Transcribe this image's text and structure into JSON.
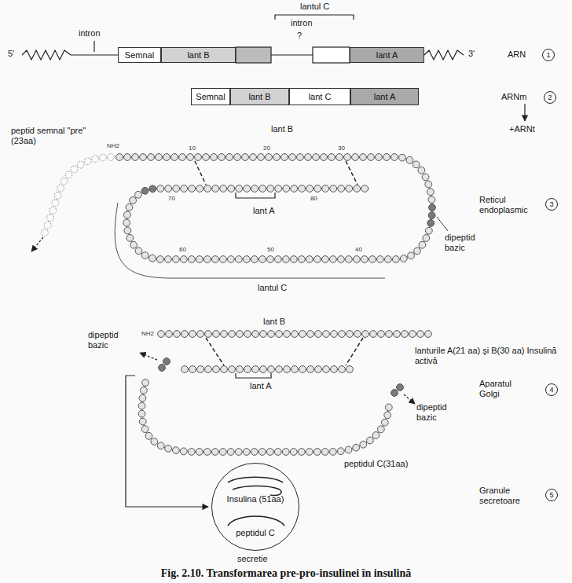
{
  "diagram": {
    "caption": "Fig. 2.10. Transformarea pre-pro-insulinei în insulină",
    "nodes": [
      {
        "text": [
          "Semnal"
        ]
      },
      {
        "text": [
          "lant B"
        ]
      },
      {
        "text": [
          "lant A"
        ]
      },
      {
        "text": [
          "Semnal"
        ]
      },
      {
        "text": [
          "lant B"
        ]
      },
      {
        "text": [
          "lant C"
        ]
      },
      {
        "text": [
          "lant A"
        ]
      },
      {
        "text": [
          "Insulina (51aa)",
          "peptidul C"
        ]
      }
    ],
    "labels": [
      "lantul C",
      "intron",
      "intron",
      "?",
      "5'",
      "3'",
      "ARN",
      "1",
      "ARNm",
      "2",
      "+ARNt",
      "peptid semnal \"pre\" (23aa)",
      "lant B",
      "NH2",
      "10",
      "20",
      "30",
      "lant A",
      "70",
      "80",
      "40",
      "50",
      "60",
      "dipeptid bazic",
      "lantul C",
      "Reticul endoplasmic",
      "3",
      "lant B",
      "NH2",
      "dipeptid bazic",
      "lanturile A(21 aa) şi B(30 aa) Insulină activă",
      "lant A",
      "Aparatul Golgi",
      "4",
      "dipeptid bazic",
      "peptidul C(31aa)",
      "secretie",
      "Granule secretoare",
      "5"
    ]
  }
}
